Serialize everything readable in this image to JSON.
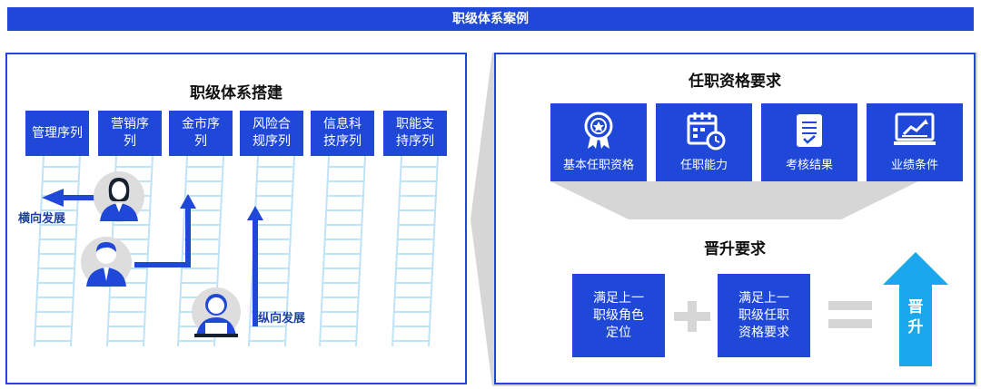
{
  "header": {
    "title": "职级体系案例"
  },
  "left": {
    "title": "职级体系搭建",
    "sequences": [
      "管理序列",
      "营销序\n列",
      "金市序\n列",
      "风险合\n规序列",
      "信息科\n技序列",
      "职能支\n持序列"
    ],
    "horizontal_label": "横向发展",
    "vertical_label": "纵向发展"
  },
  "right": {
    "title": "任职资格要求",
    "requirements": [
      {
        "label": "基本任职资格",
        "icon": "award-badge-icon"
      },
      {
        "label": "任职能力",
        "icon": "calendar-clock-icon"
      },
      {
        "label": "考核结果",
        "icon": "clipboard-check-icon"
      },
      {
        "label": "业绩条件",
        "icon": "monitor-chart-icon"
      }
    ],
    "promotion_title": "晋升要求",
    "promotion_box1": "满足上一\n职级角色\n定位",
    "promotion_box2": "满足上一\n职级任职\n资格要求",
    "promotion_result": "晋\n升"
  }
}
